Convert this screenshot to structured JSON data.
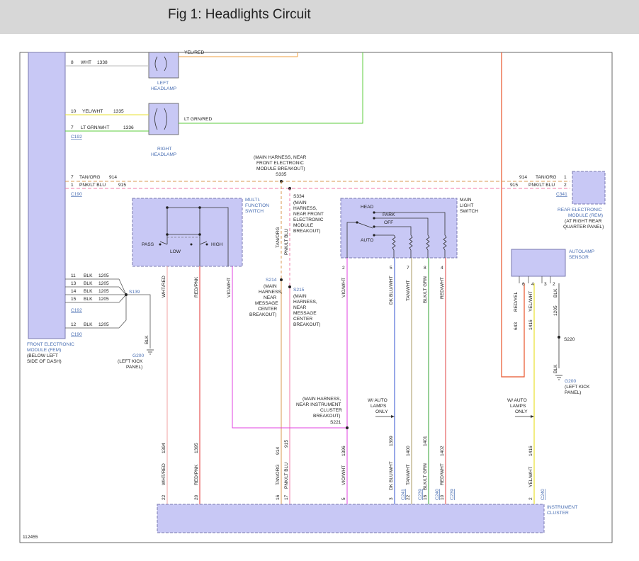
{
  "title": "Fig 1: Headlights Circuit",
  "colors": {
    "module_fill": "#c8c8f5",
    "module_stroke": "#7a7ab0",
    "label_blue": "#4a6fb3",
    "wire_yel_red": "#f0a040",
    "wire_lt_grn_red": "#5ccd3c",
    "wire_red_yel": "#e8542a",
    "wire_tan_org": "#d89850",
    "wire_pnk_lt_blu": "#f07aa8",
    "wire_red_pnk": "#e03030",
    "wire_vio_wht": "#e040e0",
    "wire_wht_red": "#f0a0a0",
    "wire_dk_blu_wht": "#3050d0",
    "wire_tan_wht": "#a89860",
    "wire_blk_lt_grn": "#30a030",
    "wire_red_wht": "#e04040",
    "wire_yel_wht": "#e8e030",
    "wire_blk": "#333333"
  },
  "left_headlamp": {
    "label_line1": "LEFT",
    "label_line2": "HEADLAMP",
    "pin8": "8",
    "wire8_color": "WHT",
    "wire8_circuit": "1338",
    "wire_top_label": "YEL/RED"
  },
  "right_headlamp": {
    "label_line1": "RIGHT",
    "label_line2": "HEADLAMP",
    "pin10": "10",
    "wire10_color": "YEL/WHT",
    "wire10_circuit": "1335",
    "pin7": "7",
    "wire7_color": "LT GRN/WHT",
    "wire7_circuit": "1336",
    "connector": "C192",
    "out_wire": "LT GRN/RED"
  },
  "s335": {
    "note1": "(MAIN HARNESS, NEAR",
    "note2": "FRONT ELECTRONIC",
    "note3": "MODULE BREAKOUT)",
    "splice": "S335"
  },
  "fem_harness": {
    "pin7": "7",
    "wire7_color": "TAN/ORG",
    "wire7_circuit": "914",
    "pin1": "1",
    "wire1_color": "PNK/LT BLU",
    "wire1_circuit": "915",
    "connector": "C190"
  },
  "rem": {
    "circuit914": "914",
    "color914": "TAN/ORG",
    "pin1": "1",
    "circuit915": "915",
    "color915": "PNK/LT BLU",
    "pin2": "2",
    "connector": "C341",
    "label1": "REAR ELECTRONIC",
    "label2": "MODULE (REM)",
    "label3": "(AT RIGHT REAR",
    "label4": "QUARTER PANEL)"
  },
  "s334": {
    "splice": "S334",
    "note1": "(MAIN",
    "note2": "HARNESS,",
    "note3": "NEAR FRONT",
    "note4": "ELECTRONIC",
    "note5": "MODULE",
    "note6": "BREAKOUT)"
  },
  "multifunction_switch": {
    "label1": "MULTI-",
    "label2": "FUNCTION",
    "label3": "SWITCH",
    "pass": "PASS",
    "low": "LOW",
    "high": "HIGH"
  },
  "main_light_switch": {
    "label1": "MAIN",
    "label2": "LIGHT",
    "label3": "SWITCH",
    "head": "HEAD",
    "park": "PARK",
    "off": "OFF",
    "auto": "AUTO"
  },
  "ground_wires": {
    "pin11": "11",
    "pin13": "13",
    "pin14": "14",
    "pin15": "15",
    "pin12": "12",
    "color": "BLK",
    "circuit": "1205",
    "connector1": "C192",
    "connector2": "C190",
    "splice": "S139",
    "blk": "BLK",
    "ground": "G200",
    "ground_note1": "(LEFT KICK",
    "ground_note2": "PANEL)"
  },
  "fem": {
    "label1": "FRONT ELECTRONIC",
    "label2": "MODULE (FEM)",
    "label3": "(BELOW LEFT",
    "label4": "SIDE OF DASH)"
  },
  "s214": {
    "splice": "S214",
    "note1": "(MAIN",
    "note2": "HARNESS,",
    "note3": "NEAR",
    "note4": "MESSAGE",
    "note5": "CENTER",
    "note6": "BREAKOUT)"
  },
  "s215": {
    "splice": "S215",
    "note1": "(MAIN",
    "note2": "HARNESS,",
    "note3": "NEAR",
    "note4": "MESSAGE",
    "note5": "CENTER",
    "note6": "BREAKOUT)"
  },
  "vertical_labels": {
    "wht_red": "WHT/RED",
    "red_pnk": "RED/PNK",
    "vio_wht": "VIO/WHT",
    "tan_org": "TAN/ORG",
    "pnk_lt_blu": "PNK/LT BLU",
    "vio_wht2": "VIO/WHT",
    "dk_blu_wht": "DK BLU/WHT",
    "tan_wht": "TAN/WHT",
    "blk_lt_grn": "BLK/LT GRN",
    "red_wht": "RED/WHT",
    "red_yel": "RED/YEL",
    "yel_wht": "YEL/WHT",
    "blk": "BLK",
    "blk2": "BLK"
  },
  "main_switch_pins": [
    "2",
    "5",
    "7",
    "8",
    "4"
  ],
  "autolamp": {
    "label1": "AUTOLAMP",
    "label2": "SENSOR",
    "pin6": "6",
    "pin4": "4",
    "pin3": "3",
    "pin2": "2",
    "c643": "643",
    "c1416": "1416",
    "c1205": "1205",
    "splice": "S220",
    "ground": "G200",
    "ground_note1": "(LEFT KICK",
    "ground_note2": "PANEL)"
  },
  "s221": {
    "note1": "(MAIN HARNESS,",
    "note2": "NEAR INSTRUMENT",
    "note3": "CLUSTER",
    "note4": "BREAKOUT)",
    "splice": "S221"
  },
  "auto_lamps_note": {
    "line1": "W/ AUTO",
    "line2": "LAMPS",
    "line3": "ONLY"
  },
  "cluster": {
    "label1": "INSTRUMENT",
    "label2": "CLUSTER",
    "circuits": [
      "1394",
      "1395",
      "914",
      "915",
      "1396",
      "1399",
      "1400",
      "1401",
      "1402",
      "1416"
    ],
    "pins": [
      "22",
      "20",
      "16",
      "17",
      "5",
      "3",
      "22",
      "16",
      "10",
      "2"
    ],
    "connectors": [
      "C241",
      "C239",
      "C240",
      "C239",
      "C240"
    ]
  },
  "figure_id": "112455"
}
